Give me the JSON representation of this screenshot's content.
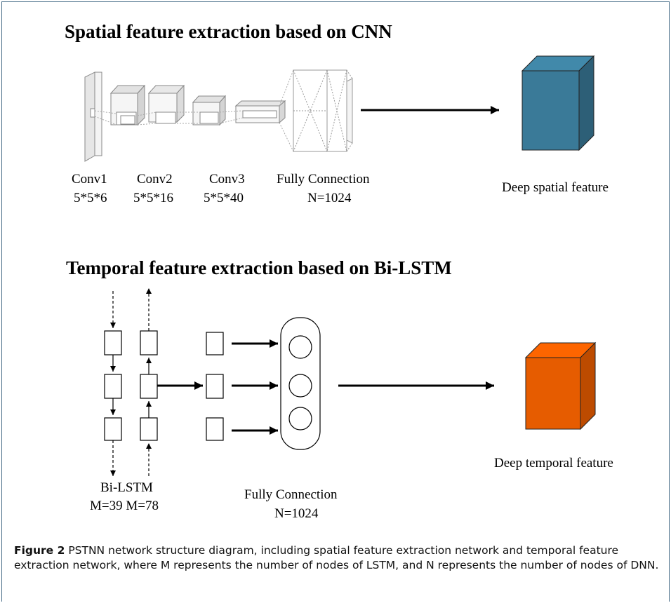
{
  "spatial": {
    "title": "Spatial feature extraction based on CNN",
    "layers": [
      {
        "name": "Conv1",
        "size": "5*5*6"
      },
      {
        "name": "Conv2",
        "size": "5*5*16"
      },
      {
        "name": "Conv3",
        "size": "5*5*40"
      },
      {
        "name": "Fully Connection",
        "size": "N=1024"
      }
    ],
    "output_label": "Deep spatial feature",
    "output_color": "#3a7a98"
  },
  "temporal": {
    "title": "Temporal feature extraction based on Bi-LSTM",
    "bilstm_label": "Bi-LSTM",
    "bilstm_sizes": "M=39 M=78",
    "fc_label": "Fully Connection",
    "fc_size": "N=1024",
    "output_label": "Deep temporal feature",
    "output_color": "#e65c00"
  },
  "caption": {
    "figure_label": "Figure 2",
    "text": "PSTNN network structure diagram, including spatial feature extraction network and temporal feature extraction network, where M represents the number of nodes of LSTM, and N represents the number of nodes of DNN."
  }
}
